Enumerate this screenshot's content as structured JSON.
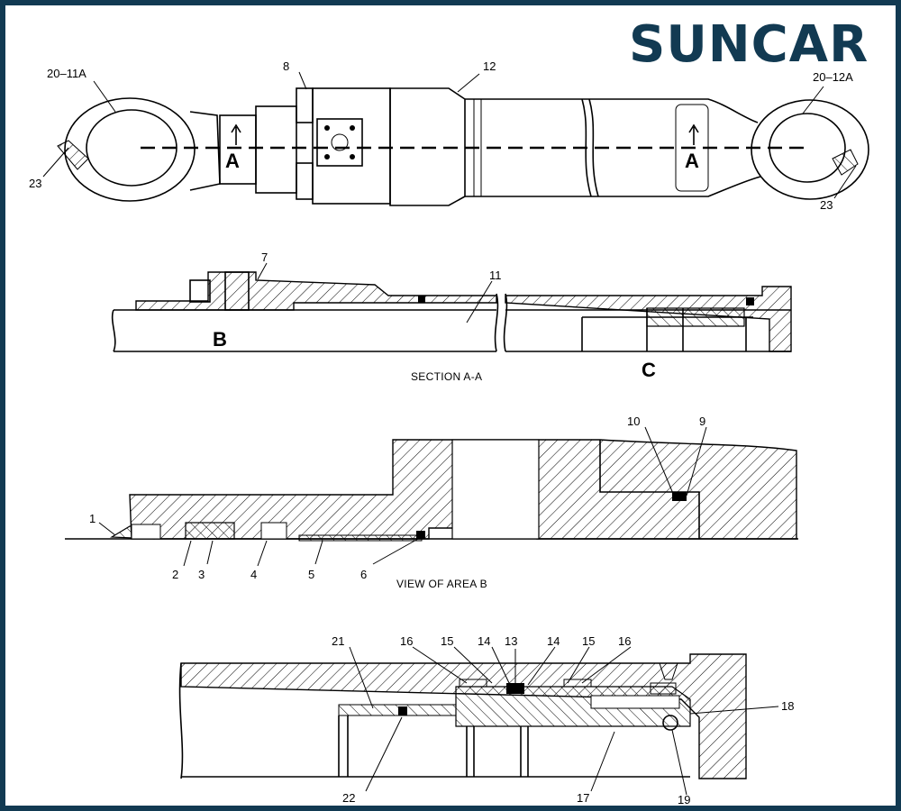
{
  "brand": {
    "name": "SUNCAR",
    "color": "#123a52"
  },
  "top_view": {
    "labels": {
      "rod_eye": "20–11A",
      "head_eye": "20–12A",
      "port": "8",
      "tube": "12",
      "grease_left": "23",
      "grease_right": "23"
    },
    "section_marks": [
      "A",
      "A"
    ]
  },
  "section_aa": {
    "caption": "SECTION A-A",
    "labels": {
      "port": "7",
      "rod": "11"
    },
    "areas": [
      "B",
      "C"
    ]
  },
  "area_b": {
    "caption": "VIEW OF AREA B",
    "labels": [
      "1",
      "2",
      "3",
      "4",
      "5",
      "6",
      "9",
      "10"
    ]
  },
  "area_c": {
    "labels": [
      "21",
      "16",
      "15",
      "14",
      "13",
      "14",
      "15",
      "16",
      "18",
      "22",
      "17",
      "19"
    ]
  }
}
